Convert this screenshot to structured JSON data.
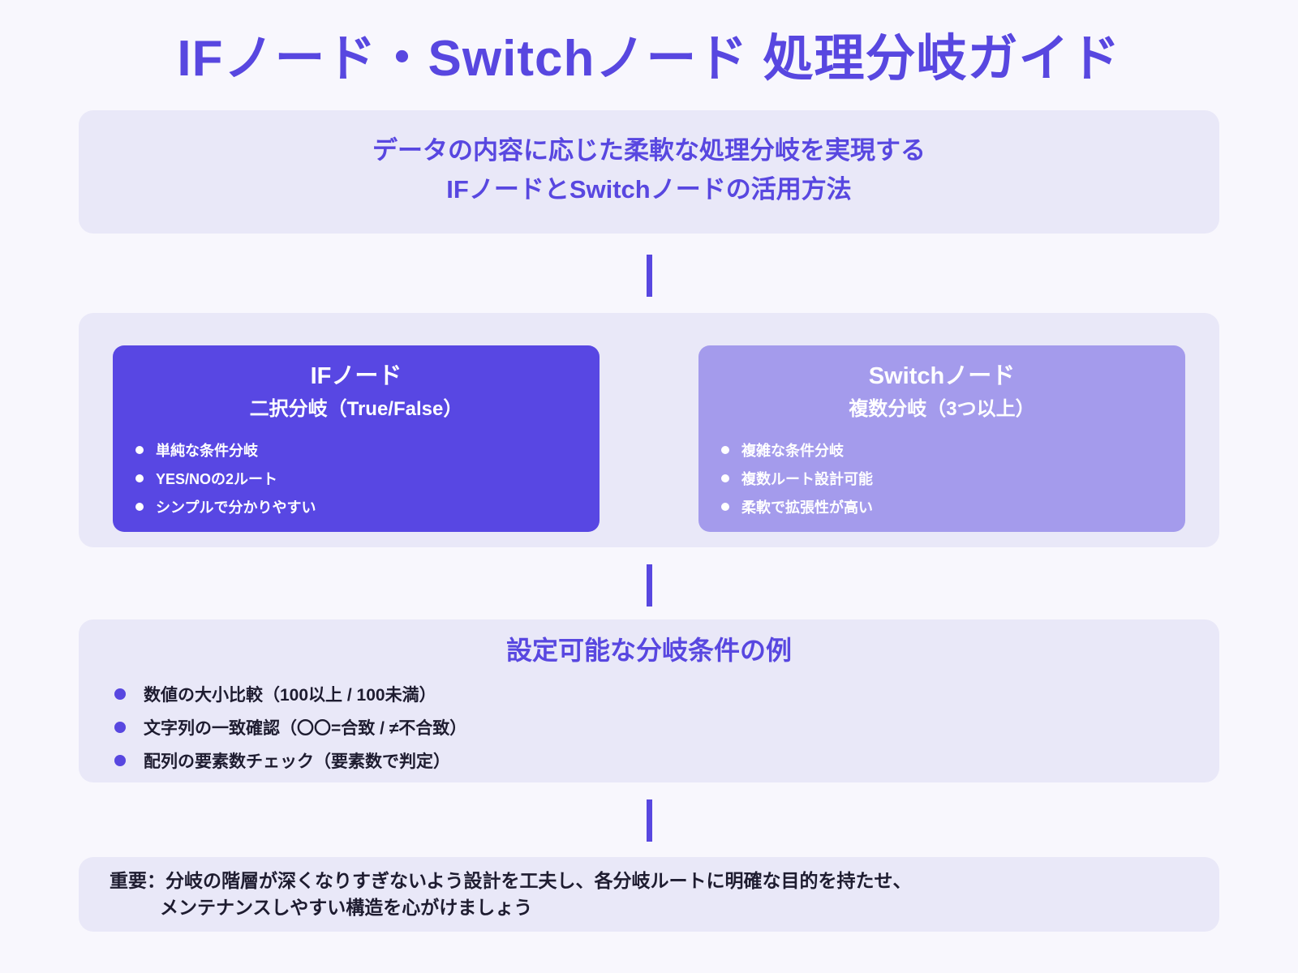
{
  "page": {
    "title": "IFノード・Switchノード 処理分岐ガイド"
  },
  "intro": {
    "line1": "データの内容に応じた柔軟な処理分岐を実現する",
    "line2": "IFノードとSwitchノードの活用方法"
  },
  "nodes": {
    "if_node": {
      "title": "IFノード",
      "subtitle": "二択分岐（True/False）",
      "bullets": [
        "単純な条件分岐",
        "YES/NOの2ルート",
        "シンプルで分かりやすい"
      ]
    },
    "switch_node": {
      "title": "Switchノード",
      "subtitle": "複数分岐（3つ以上）",
      "bullets": [
        "複雑な条件分岐",
        "複数ルート設計可能",
        "柔軟で拡張性が高い"
      ]
    }
  },
  "conditions": {
    "title": "設定可能な分岐条件の例",
    "bullets": [
      "数値の大小比較（100以上 / 100未満）",
      "文字列の一致確認（〇〇=合致 / ≠不合致）",
      "配列の要素数チェック（要素数で判定）"
    ]
  },
  "note": {
    "line1": "重要：分岐の階層が深くなりすぎないよう設計を工夫し、各分岐ルートに明確な目的を持たせ、",
    "line2": "メンテナンスしやすい構造を心がけましょう"
  },
  "colors": {
    "accent": "#5847e0",
    "page_bg": "#f8f7fd",
    "panel_bg": "#e9e8f8",
    "if_card_bg": "#5847e3",
    "switch_card_bg": "#a49bec",
    "dark_text": "#1e1c30",
    "card_text": "#ffffff"
  }
}
